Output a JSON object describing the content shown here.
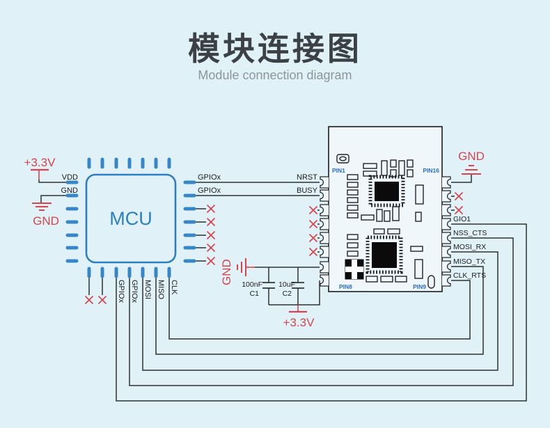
{
  "header": {
    "title": "模块连接图",
    "subtitle": "Module connection diagram"
  },
  "mcu": {
    "label": "MCU",
    "left_pin_labels": {
      "vdd": "VDD",
      "gnd": "GND"
    },
    "right_pin_labels": {
      "gpio_top": "GPIOx",
      "gpio_second": "GPIOx"
    },
    "bottom_pin_labels": [
      "GPIOx",
      "GPIOx",
      "MOSI",
      "MISO",
      "CLK"
    ]
  },
  "module": {
    "corner_markers": {
      "pin1": "PIN1",
      "pin16": "PIN16",
      "pin8": "PIN8",
      "pin9": "PIN9"
    },
    "left_signals": {
      "nrst": "NRST",
      "busy": "BUSY"
    },
    "right_signals": [
      "GIO1",
      "NSS_CTS",
      "MOSI_RX",
      "MISO_TX",
      "CLK_RTS"
    ]
  },
  "power": {
    "v33_mcu": "+3.3V",
    "gnd_mcu": "GND",
    "gnd_decoupling": "GND",
    "v33_decoupling": "+3.3V",
    "gnd_module": "GND"
  },
  "capacitors": {
    "c1": {
      "value": "100nF",
      "ref": "C1"
    },
    "c2": {
      "value": "10uF",
      "ref": "C2"
    }
  },
  "colors": {
    "background": "#e1f1f8",
    "accent_red": "#d6454d",
    "accent_blue": "#2e7fc0",
    "pin_label_blue": "#2b6fc5",
    "wire": "#2f3133",
    "title_text": "#3b4146",
    "subtitle_text": "#8e959a"
  }
}
